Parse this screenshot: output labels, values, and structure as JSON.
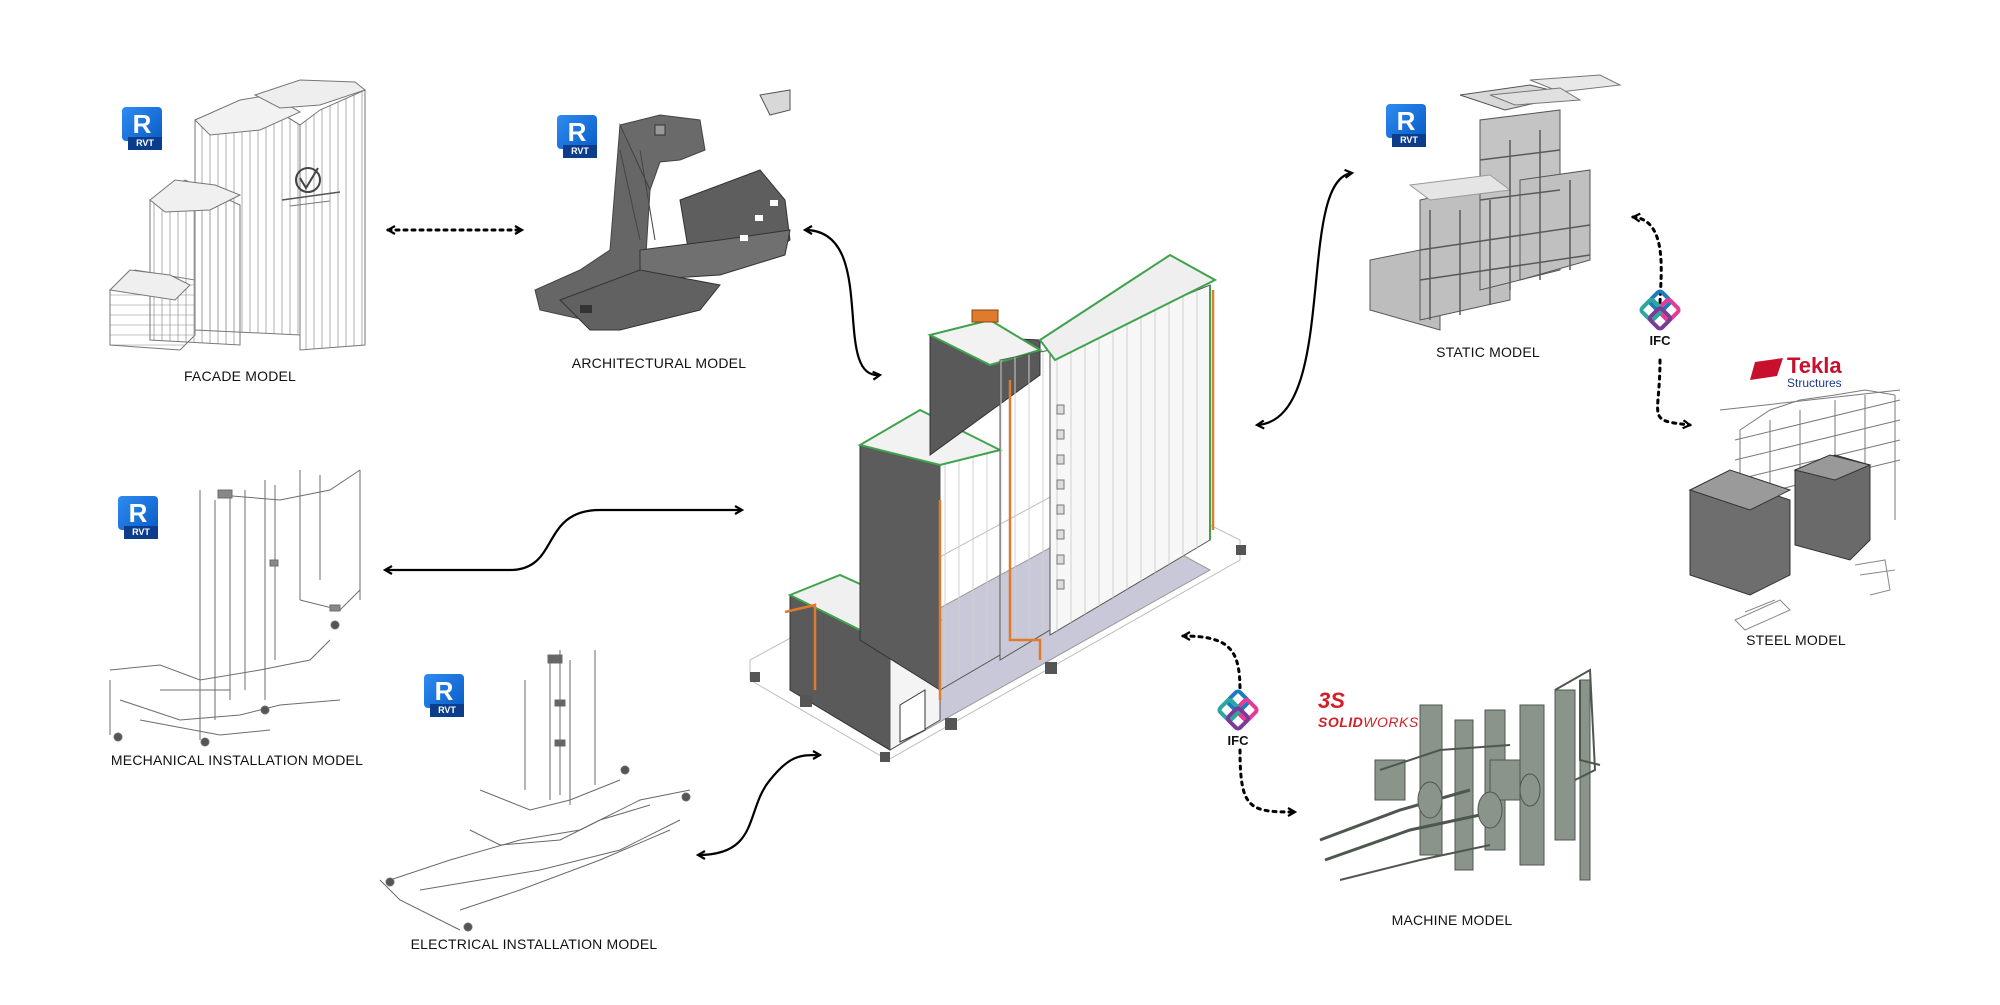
{
  "labels": {
    "facade": "FACADE MODEL",
    "architectural": "ARCHITECTURAL MODEL",
    "static": "STATIC MODEL",
    "steel": "STEEL MODEL",
    "mechanical": "MECHANICAL INSTALLATION MODEL",
    "electrical": "ELECTRICAL INSTALLATION MODEL",
    "machine": "MACHINE MODEL"
  },
  "logos": {
    "revit_letter": "R",
    "revit_tag": "RVT",
    "ifc_text": "IFC",
    "tekla_name": "Tekla",
    "tekla_sub": "Structures",
    "solidworks_ds": "3S",
    "solidworks_name_bold": "SOLID",
    "solidworks_name_light": "WORKS"
  },
  "colors": {
    "revit_blue": "#1a73e8",
    "tekla_red": "#c8102e",
    "solidworks_red": "#d41f26",
    "connector": "#000000",
    "model_grey": "#6b6b6b",
    "central_orange": "#e07a2c",
    "central_green": "#3fa34d"
  }
}
